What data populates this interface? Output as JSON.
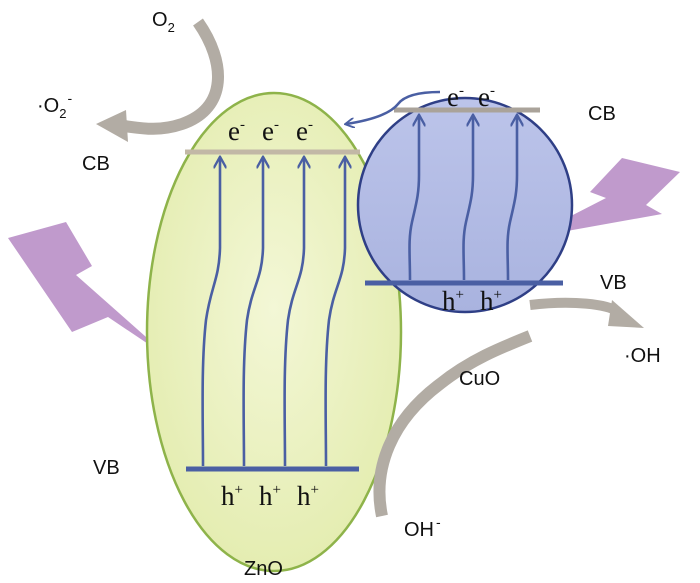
{
  "zno": {
    "name": "ZnO",
    "cb_label": "CB",
    "vb_label": "VB",
    "electrons": [
      {
        "base": "e",
        "sup": "-"
      },
      {
        "base": "e",
        "sup": "-"
      },
      {
        "base": "e",
        "sup": "-"
      }
    ],
    "holes": [
      {
        "base": "h",
        "sup": "+"
      },
      {
        "base": "h",
        "sup": "+"
      },
      {
        "base": "h",
        "sup": "+"
      }
    ]
  },
  "cuo": {
    "name": "CuO",
    "cb_label": "CB",
    "vb_label": "VB",
    "electrons": [
      {
        "base": "e",
        "sup": "-"
      },
      {
        "base": "e",
        "sup": "-"
      }
    ],
    "holes": [
      {
        "base": "h",
        "sup": "+"
      },
      {
        "base": "h",
        "sup": "+"
      }
    ]
  },
  "species": {
    "o2": {
      "base": "O",
      "sub": "2"
    },
    "superoxide": {
      "prefix": "·",
      "base": "O",
      "sub": "2",
      "sup": "-"
    },
    "hydroxide": {
      "base": "OH",
      "sup": "-"
    },
    "hydroxyl_radical": {
      "prefix": "·",
      "base": "OH"
    }
  },
  "colors": {
    "zno_fill": "#e3ecae",
    "zno_border": "#8eb34a",
    "cuo_fill": "#a9b3df",
    "cuo_border": "#2f3f86",
    "excitation_arrow": "#4a5fa3",
    "zno_cb_line": "#c2b8a6",
    "cuo_cb_line": "#aaa39a",
    "vb_line": "#4a5fa3",
    "reaction_arrow": "#b2aca4",
    "light_bolt": "#b98fc7"
  }
}
